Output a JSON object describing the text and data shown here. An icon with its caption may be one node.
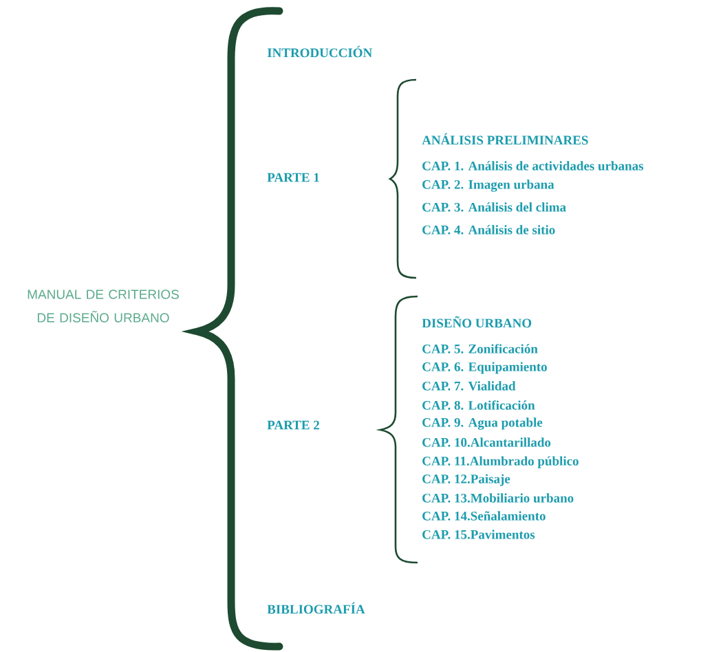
{
  "diagram": {
    "labels": [
      "MANUAL DE CRITERIOS DE DISEÑO URBANO",
      "INTRODUCCIÓN",
      "PARTE 1",
      "ANÁLISIS PRELIMINARES",
      "CAP. 1. Análisis de actividades urbanas",
      "CAP. 2. Imagen urbana",
      "CAP. 3. Análisis del clima",
      "CAP. 4. Análisis de sitio",
      "PARTE 2",
      "DISEÑO URBANO",
      "CAP. 5. Zonificación",
      "CAP. 6. Equipamiento",
      "CAP. 7. Vialidad",
      "CAP. 8. Lotificación",
      "CAP. 9. Agua potable",
      "CAP. 10.Alcantarillado",
      "CAP. 11.Alumbrado público",
      "CAP. 12.Paisaje",
      "CAP. 13.Mobiliario urbano",
      "CAP. 14.Señalamiento",
      "CAP. 15.Pavimentos",
      "BIBLIOGRAFÍA"
    ]
  }
}
